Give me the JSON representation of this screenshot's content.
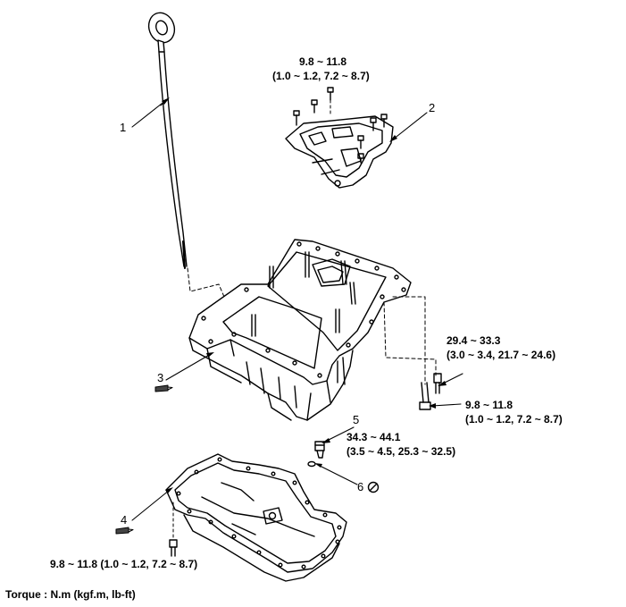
{
  "callouts": {
    "c1": "1",
    "c2": "2",
    "c3": "3",
    "c4": "4",
    "c5": "5",
    "c6": "6"
  },
  "torques": {
    "cover_bolts_nm": "9.8 ~ 11.8",
    "cover_bolts_alt": "(1.0 ~ 1.2, 7.2 ~ 8.7)",
    "upper_pan_bolt_nm": "29.4 ~ 33.3",
    "upper_pan_bolt_alt": "(3.0 ~ 3.4, 21.7 ~ 24.6)",
    "upper_pan_bolt2_nm": "9.8 ~ 11.8",
    "upper_pan_bolt2_alt": "(1.0 ~ 1.2, 7.2 ~ 8.7)",
    "drain_plug_nm": "34.3 ~ 44.1",
    "drain_plug_alt": "(3.5 ~ 4.5, 25.3 ~ 32.5)",
    "lower_pan_bolts": "9.8 ~ 11.8 (1.0 ~ 1.2, 7.2 ~ 8.7)"
  },
  "footer": {
    "torque_units": "Torque : N.m (kgf.m, lb-ft)"
  },
  "colors": {
    "line": "#000000",
    "background": "#ffffff",
    "leader_dash": "#555555"
  },
  "icons": {
    "no_reuse": "prohibited-circle-icon",
    "sealant": "sealant-tube-icon"
  }
}
